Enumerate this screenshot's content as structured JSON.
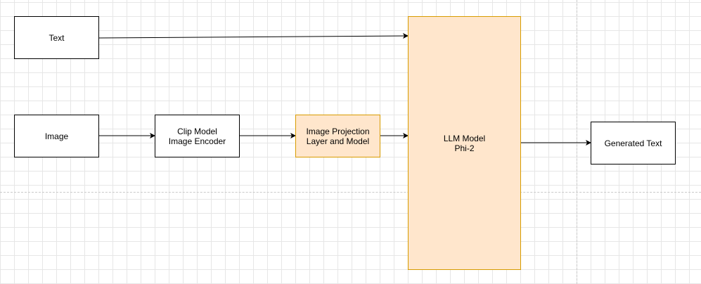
{
  "diagram": {
    "nodes": {
      "text_input": {
        "label": "Text"
      },
      "image_input": {
        "label": "Image"
      },
      "clip_encoder": {
        "label": "Clip Model\nImage Encoder"
      },
      "image_projection": {
        "label": "Image Projection\nLayer and Model"
      },
      "llm_model": {
        "label": "LLM Model\nPhi-2"
      },
      "generated_text": {
        "label": "Generated Text"
      }
    },
    "edges": [
      {
        "from": "text_input",
        "to": "llm_model"
      },
      {
        "from": "image_input",
        "to": "clip_encoder"
      },
      {
        "from": "clip_encoder",
        "to": "image_projection"
      },
      {
        "from": "image_projection",
        "to": "llm_model"
      },
      {
        "from": "llm_model",
        "to": "generated_text"
      }
    ],
    "colors": {
      "default_fill": "#ffffff",
      "default_stroke": "#000000",
      "highlight_fill": "#ffe6cc",
      "highlight_stroke": "#d79b00",
      "grid": "#e6e6e6"
    }
  }
}
